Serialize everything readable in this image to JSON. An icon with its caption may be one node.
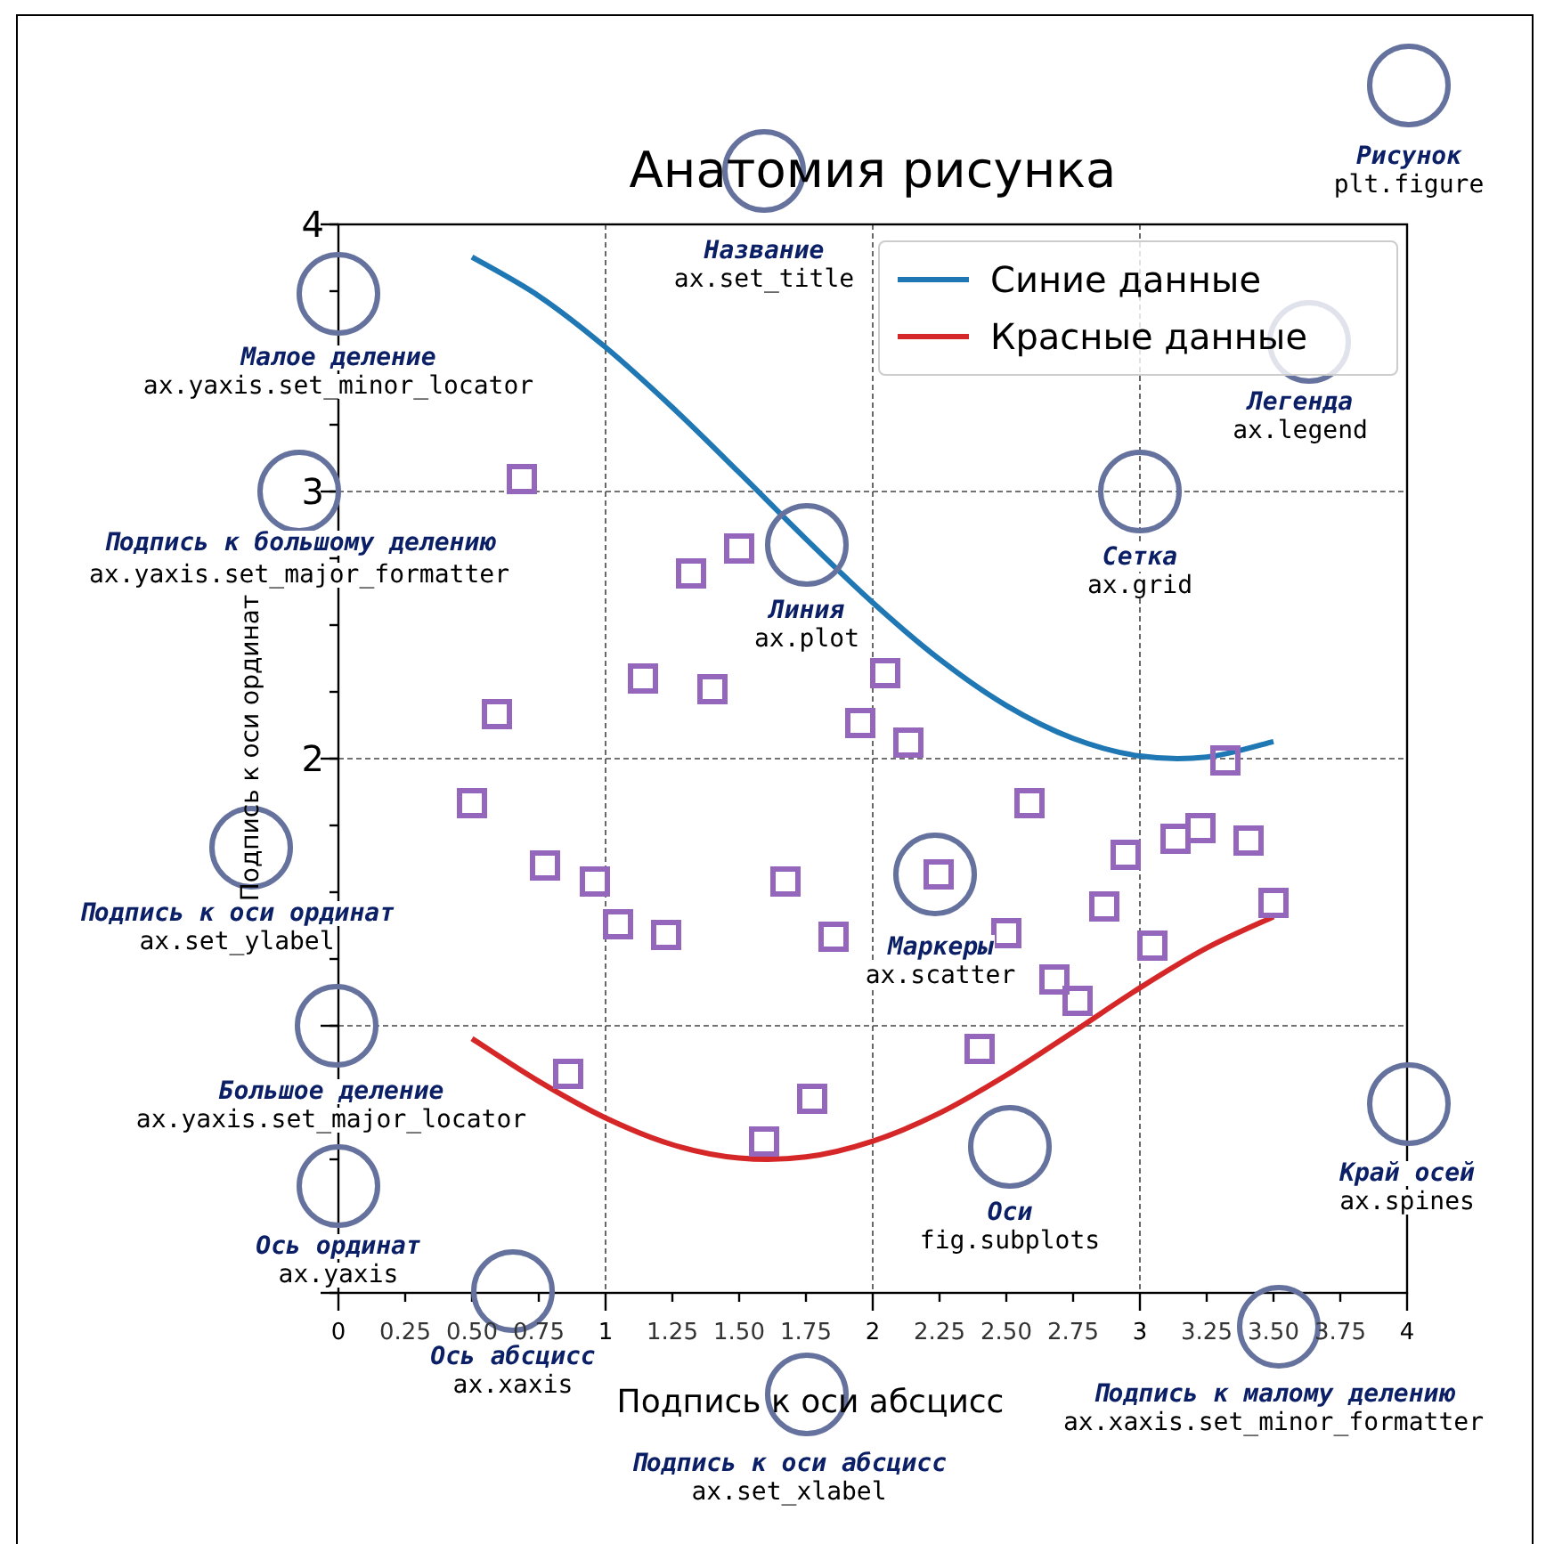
{
  "diagram": {
    "labels": [
      "Рисунок",
      "plt.figure",
      "Название",
      "ax.set_title",
      "Малое деление",
      "ax.yaxis.set_minor_locator",
      "Легенда",
      "ax.legend",
      "Подпись к большому делению",
      "ax.yaxis.set_major_formatter",
      "Сетка",
      "ax.grid",
      "Линия",
      "ax.plot",
      "Подпись к оси ординат",
      "ax.set_ylabel",
      "Маркеры",
      "ax.scatter",
      "Большое деление",
      "ax.yaxis.set_major_locator",
      "Край осей",
      "ax.spines",
      "Оси",
      "fig.subplots",
      "Ось ординат",
      "ax.yaxis",
      "Ось абсцисс",
      "ax.xaxis",
      "Подпись к малому делению",
      "ax.xaxis.set_minor_formatter",
      "Подпись к оси абсцисс",
      "ax.set_xlabel"
    ],
    "chart_data": {
      "type": "line",
      "title": "Анатомия рисунка",
      "xlabel": "Подпись к оси абсцисс",
      "ylabel": "Подпись к оси ординат",
      "x": [
        0.5,
        0.75,
        1.0,
        1.25,
        1.5,
        1.75,
        2.0,
        2.25,
        2.5,
        2.75,
        3.0,
        3.25,
        3.5
      ],
      "series": [
        {
          "name": "Синие данные",
          "color": "#1f77b4",
          "values": [
            3.878,
            3.732,
            3.54,
            3.315,
            3.071,
            2.822,
            2.584,
            2.372,
            2.199,
            2.076,
            2.01,
            2.006,
            2.064
          ]
        },
        {
          "name": "Красные данные",
          "color": "#d62728",
          "values": [
            0.952,
            0.792,
            0.655,
            0.555,
            0.505,
            0.509,
            0.568,
            0.673,
            0.815,
            0.977,
            1.142,
            1.291,
            1.408
          ]
        }
      ],
      "xlim": [
        0,
        4
      ],
      "ylim": [
        0,
        4
      ],
      "xticks": [
        {
          "value": 0,
          "label": "0"
        },
        {
          "value": 0.25,
          "label": "0.25"
        },
        {
          "value": 0.5,
          "label": "0.50"
        },
        {
          "value": 0.75,
          "label": "0.75"
        },
        {
          "value": 1,
          "label": "1"
        },
        {
          "value": 1.25,
          "label": "1.25"
        },
        {
          "value": 1.5,
          "label": "1.50"
        },
        {
          "value": 1.75,
          "label": "1.75"
        },
        {
          "value": 2,
          "label": "2"
        },
        {
          "value": 2.25,
          "label": "2.25"
        },
        {
          "value": 2.5,
          "label": "2.50"
        },
        {
          "value": 2.75,
          "label": "2.75"
        },
        {
          "value": 3,
          "label": "3"
        },
        {
          "value": 3.25,
          "label": "3.25"
        },
        {
          "value": 3.5,
          "label": "3.50"
        },
        {
          "value": 3.75,
          "label": "3.75"
        },
        {
          "value": 4,
          "label": "4"
        }
      ],
      "yticks": [
        2,
        3,
        4
      ],
      "grid": true,
      "legend": true
    }
  }
}
